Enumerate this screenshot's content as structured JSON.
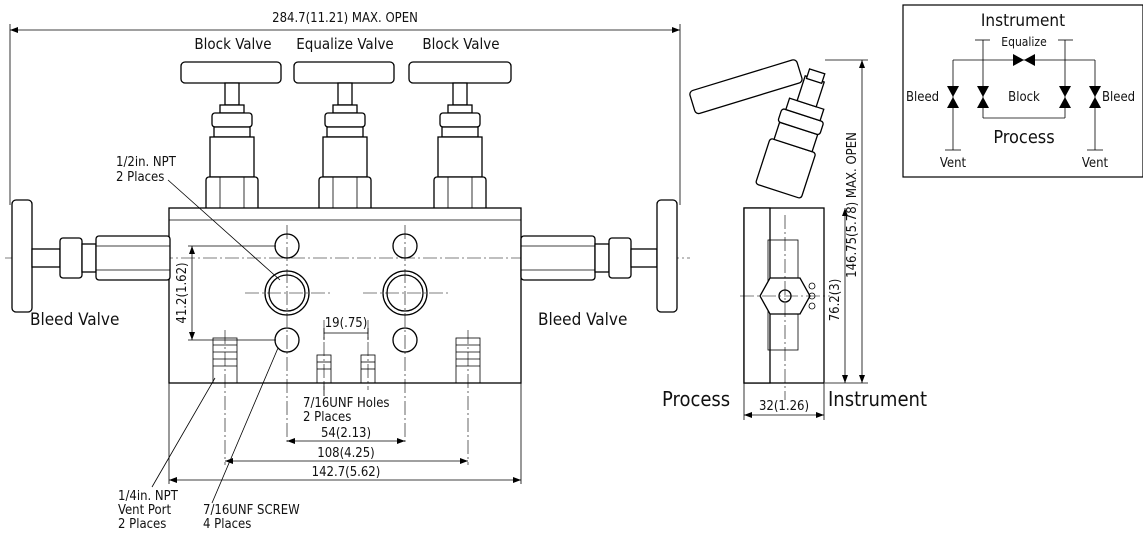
{
  "front_view": {
    "overall_width": "284.7(11.21) MAX. OPEN",
    "valve_labels": [
      "Block Valve",
      "Equalize Valve",
      "Block Valve"
    ],
    "bleed_left": "Bleed Valve",
    "bleed_right": "Bleed Valve",
    "npt_half": [
      "1/2in. NPT",
      "2 Places"
    ],
    "height_dim": "41.2(1.62)",
    "spacing_19": "19(.75)",
    "unf_holes": [
      "7/16UNF Holes",
      "2 Places"
    ],
    "dim_54": "54(2.13)",
    "dim_108": "108(4.25)",
    "dim_142": "142.7(5.62)",
    "npt_quarter": [
      "1/4in. NPT",
      "Vent Port",
      "2 Places"
    ],
    "unf_screw": [
      "7/16UNF SCREW",
      "4 Places"
    ]
  },
  "side_view": {
    "height_dim": "146.75(5.78) MAX. OPEN",
    "dim_76": "76.2(3)",
    "dim_32": "32(1.26)",
    "process_label": "Process",
    "instrument_label": "Instrument"
  },
  "schematic": {
    "title": "Instrument",
    "equalize": "Equalize",
    "bleed_left": "Bleed",
    "block": "Block",
    "bleed_right": "Bleed",
    "process": "Process",
    "vent_left": "Vent",
    "vent_right": "Vent"
  }
}
